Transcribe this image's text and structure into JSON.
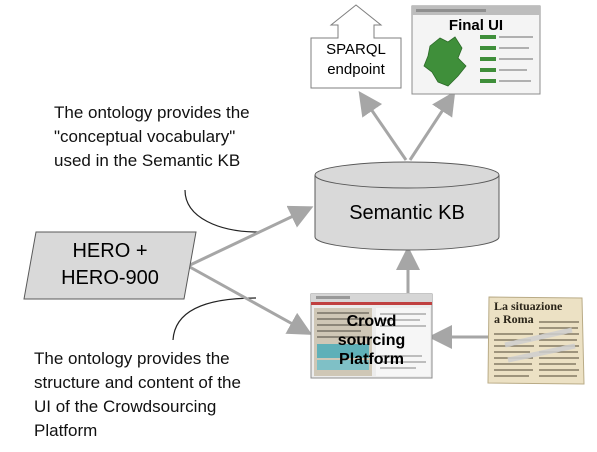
{
  "nodes": {
    "hero": {
      "lines": [
        "HERO +",
        "HERO-900"
      ]
    },
    "kb": {
      "label": "Semantic KB"
    },
    "sparql": {
      "lines": [
        "SPARQL",
        "endpoint"
      ]
    },
    "final_ui": {
      "label": "Final UI"
    },
    "crowd": {
      "lines": [
        "Crowd",
        "sourcing",
        "Platform"
      ]
    },
    "newspaper": {
      "headline_lines": [
        "La situazione",
        "a Roma"
      ]
    }
  },
  "notes": {
    "top": [
      "The ontology provides the",
      "\"conceptual vocabulary\"",
      "used in the Semantic KB"
    ],
    "bottom": [
      "The ontology provides the",
      "structure and content of the",
      "UI of the Crowdsourcing",
      "Platform"
    ]
  },
  "colors": {
    "arrow": "#a6a6a6",
    "node_fill": "#d9d9d9",
    "node_stroke": "#595959",
    "map_green": "#3f8f3a",
    "platform_highlight": "#5fb0b8"
  }
}
